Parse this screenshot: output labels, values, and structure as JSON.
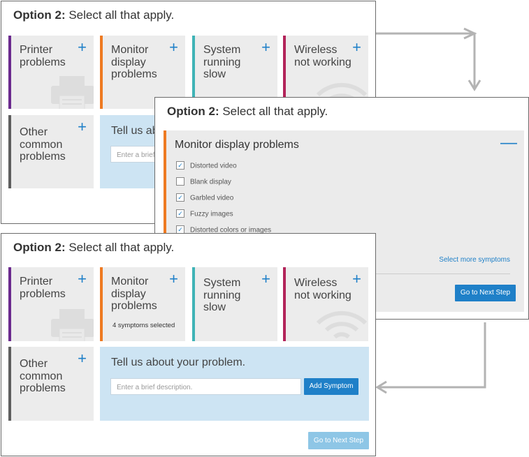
{
  "panel1": {
    "heading_bold": "Option 2:",
    "heading_rest": " Select all that apply.",
    "cards": [
      {
        "label": "Printer problems",
        "plus": "+"
      },
      {
        "label": "Monitor display problems",
        "plus": "+"
      },
      {
        "label": "System running slow",
        "plus": "+"
      },
      {
        "label": "Wireless not working",
        "plus": "+"
      },
      {
        "label": "Other common problems",
        "plus": "+"
      }
    ],
    "tell_title": "Tell us abo",
    "input_placeholder": "Enter a brief"
  },
  "panel2": {
    "heading_bold": "Option 2:",
    "heading_rest": " Select all that apply.",
    "expanded_title": "Monitor display problems",
    "minus": "—",
    "symptoms": [
      {
        "label": "Distorted video",
        "checked": true
      },
      {
        "label": "Blank display",
        "checked": false
      },
      {
        "label": "Garbled video",
        "checked": true
      },
      {
        "label": "Fuzzy images",
        "checked": true
      },
      {
        "label": "Distorted colors or images",
        "checked": true
      }
    ],
    "select_more": "Select more symptoms",
    "next_button": "Go to Next Step"
  },
  "panel3": {
    "heading_bold": "Option 2:",
    "heading_rest": " Select all that apply.",
    "cards": [
      {
        "label": "Printer problems",
        "plus": "+"
      },
      {
        "label": "Monitor display problems",
        "plus": "+",
        "sub": "4 symptoms selected"
      },
      {
        "label": "System running slow",
        "plus": "+"
      },
      {
        "label": "Wireless not working",
        "plus": "+"
      },
      {
        "label": "Other common problems",
        "plus": "+"
      }
    ],
    "tell_title": "Tell us about your problem.",
    "input_placeholder": "Enter a brief description.",
    "add_button": "Add Symptom",
    "next_button": "Go to Next Step"
  },
  "icons": {
    "printer": "printer-icon",
    "wifi": "wifi-icon",
    "check": "✓"
  },
  "colors": {
    "accent": "#1f80c8",
    "purple": "#6b2a8e",
    "orange": "#ee7a22",
    "teal": "#3fb3b6",
    "magenta": "#b3245a",
    "gray": "#5e5e5e"
  }
}
